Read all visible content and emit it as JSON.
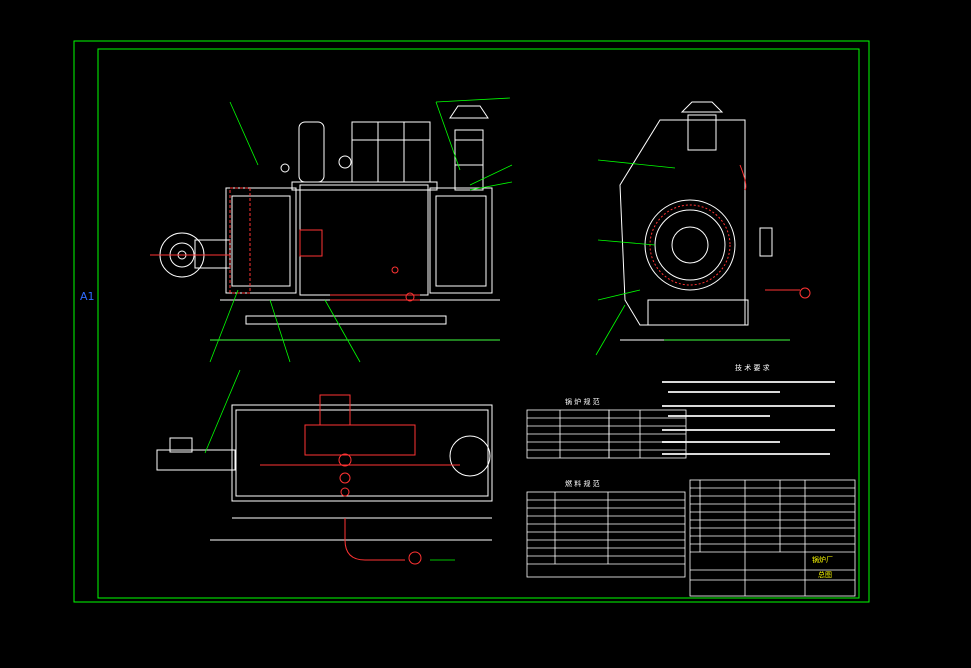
{
  "sheet": {
    "size_label": "A1",
    "colors": {
      "background": "#000000",
      "frame": "#00ff00",
      "outline": "#ffffff",
      "annotation": "#00ff00",
      "piping": "#ff3333",
      "title_block_text": "#ffff00"
    }
  },
  "views": {
    "front": {
      "name": "front-elevation"
    },
    "side": {
      "name": "side-elevation"
    },
    "plan": {
      "name": "plan-view"
    }
  },
  "tables": {
    "tech_requirements": {
      "title": "技 术 要 求"
    },
    "boiler_spec": {
      "title": "锅 炉 规 范"
    },
    "fuel_spec": {
      "title": "燃 料 规 范"
    }
  },
  "title_block": {
    "company": "锅炉厂",
    "drawing_name": "总图"
  }
}
